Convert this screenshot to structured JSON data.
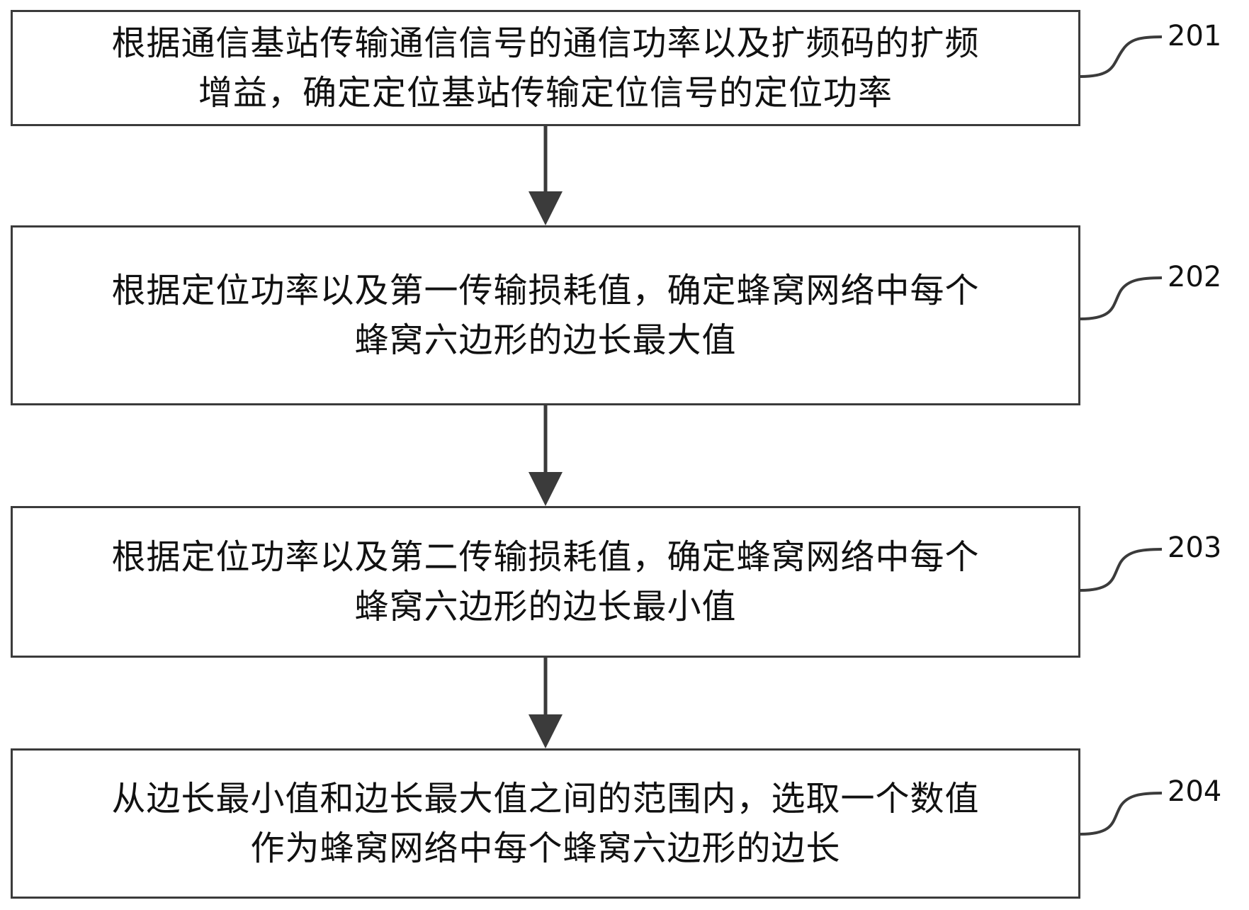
{
  "steps": [
    {
      "number": "201",
      "line1": "根据通信基站传输通信信号的通信功率以及扩频码的扩频",
      "line2": "增益，确定定位基站传输定位信号的定位功率"
    },
    {
      "number": "202",
      "line1": "根据定位功率以及第一传输损耗值，确定蜂窝网络中每个",
      "line2": "蜂窝六边形的边长最大值"
    },
    {
      "number": "203",
      "line1": "根据定位功率以及第二传输损耗值，确定蜂窝网络中每个",
      "line2": "蜂窝六边形的边长最小值"
    },
    {
      "number": "204",
      "line1": "从边长最小值和边长最大值之间的范围内，选取一个数值",
      "line2": "作为蜂窝网络中每个蜂窝六边形的边长"
    }
  ],
  "colors": {
    "stroke": "#3b3b3b",
    "text": "#111111",
    "background": "#ffffff"
  }
}
